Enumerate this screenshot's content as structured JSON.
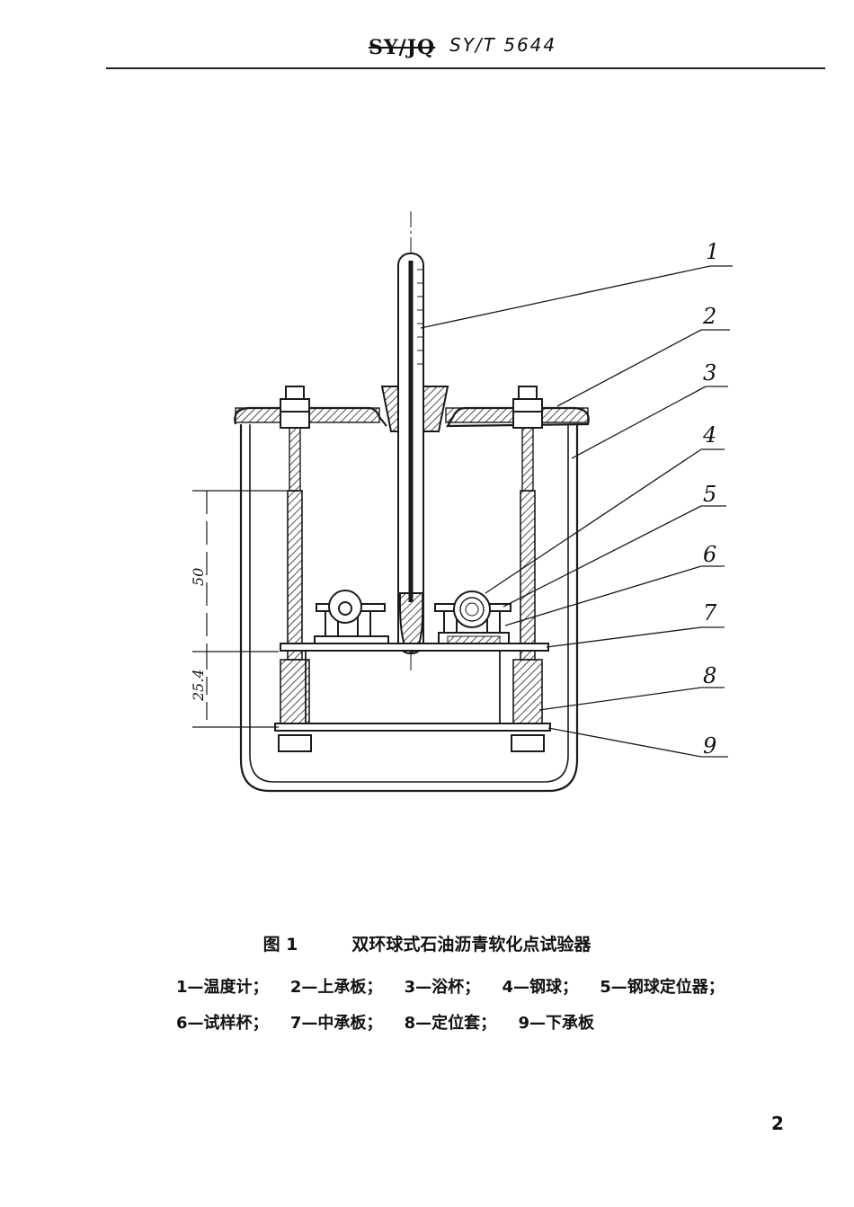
{
  "header": {
    "struck_code": "SY/JQ",
    "standard_code": "SY/T 5644"
  },
  "figure": {
    "callouts": [
      "1",
      "2",
      "3",
      "4",
      "5",
      "6",
      "7",
      "8",
      "9"
    ],
    "dimensions": {
      "upper": "50",
      "lower": "25.4"
    }
  },
  "caption": {
    "figure_number": "图 1",
    "title": "双环球式石油沥青软化点试验器"
  },
  "legend": {
    "line1": [
      "1—温度计；",
      "2—上承板；",
      "3—浴杯；",
      "4—钢球；",
      "5—钢球定位器；"
    ],
    "line2": [
      "6—试样杯；",
      "7—中承板；",
      "8—定位套；",
      "9—下承板"
    ]
  },
  "page_number": "2"
}
